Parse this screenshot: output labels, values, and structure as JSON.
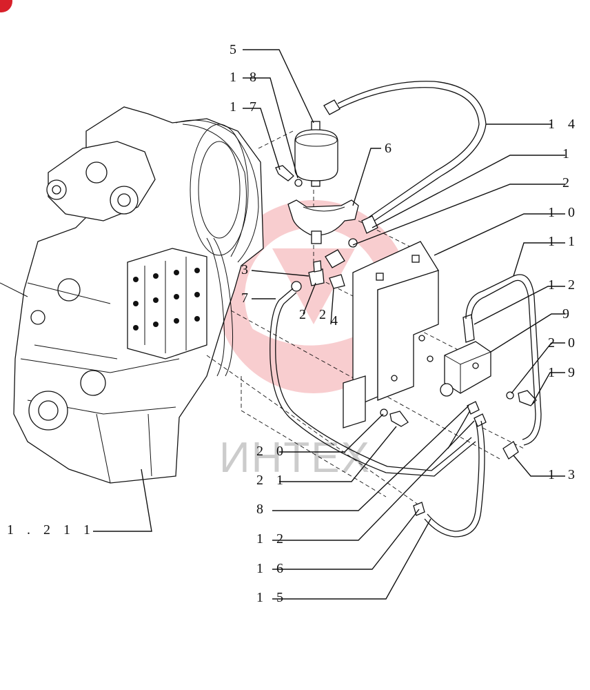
{
  "diagram": {
    "watermark": "ИНТЕХ",
    "labels": {
      "p5": "5",
      "p18": "1 8",
      "p17": "1 7",
      "p6": "6",
      "p14": "1 4",
      "p1": "1",
      "p2": "2",
      "p10": "1 0",
      "p11": "1 1",
      "p3": "3",
      "p7": "7",
      "p22": "2 2",
      "p4": "4",
      "p12a": "1 2",
      "p9": "9",
      "p20a": "2 0",
      "p19": "1 9",
      "p20b": "2 0",
      "p21": "2 1",
      "p13": "1 3",
      "p8": "8",
      "p12b": "1 2",
      "p16": "1 6",
      "p15": "1 5",
      "assembly": "1 . 2 1 1"
    }
  }
}
